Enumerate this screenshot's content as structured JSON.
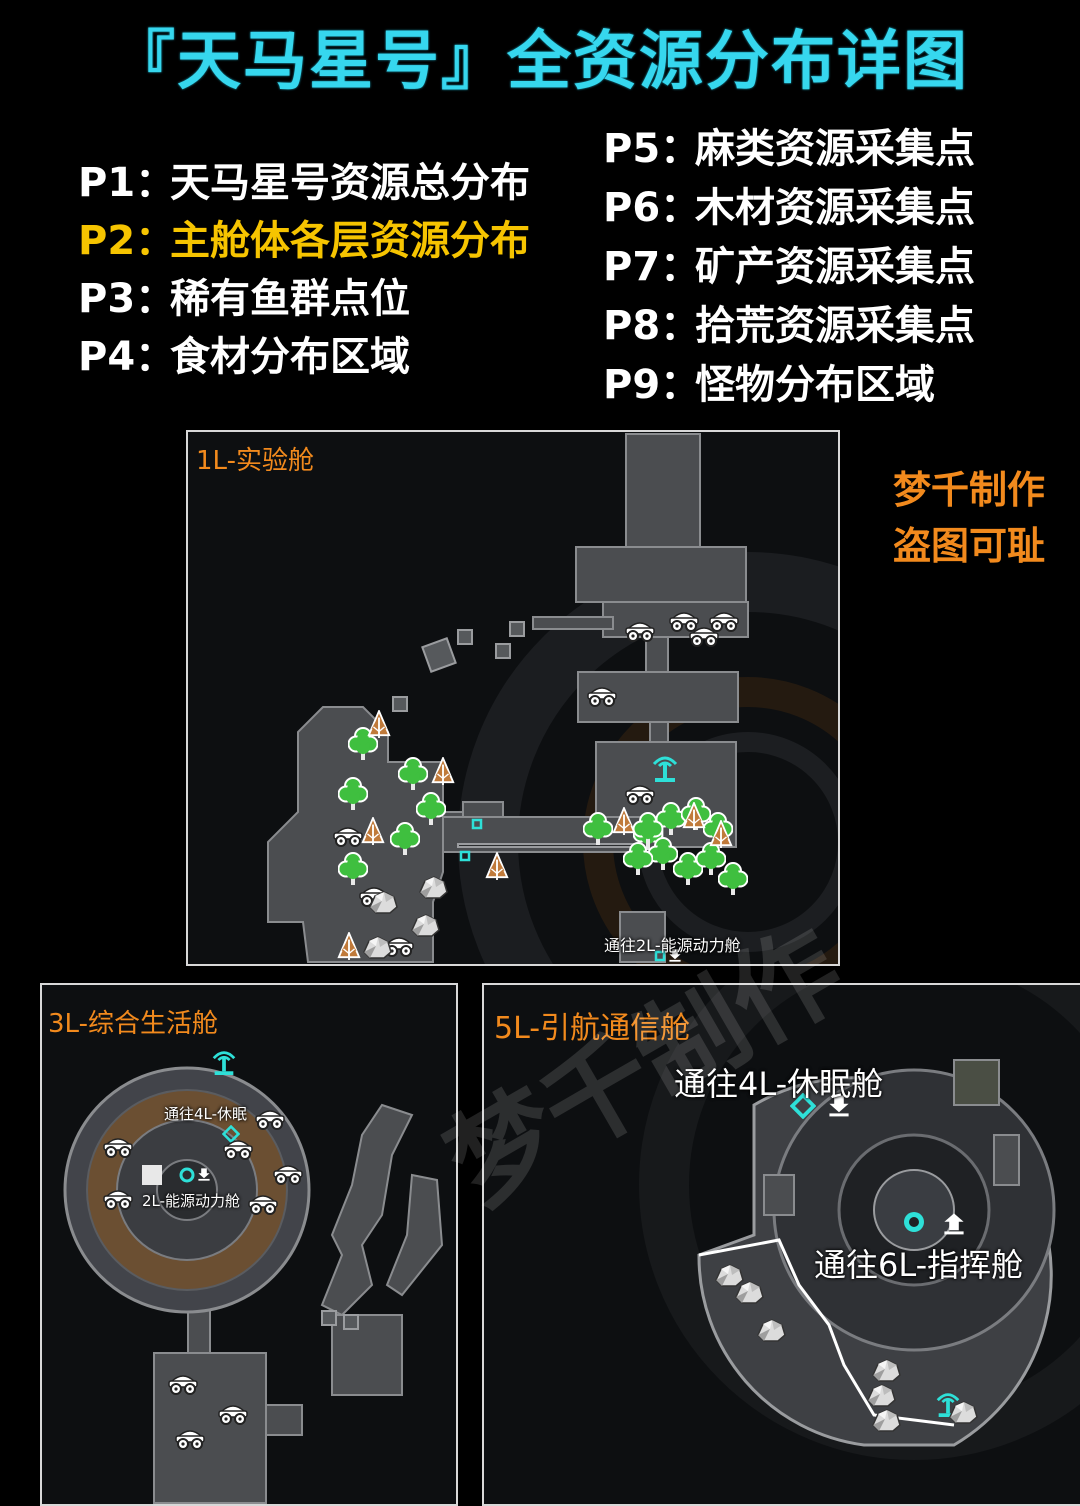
{
  "title": "『天马星号』全资源分布详图",
  "pages_left": [
    {
      "key": "P1：",
      "text": "天马星号资源总分布",
      "highlight": false
    },
    {
      "key": "P2：",
      "text": "主舱体各层资源分布",
      "highlight": true
    },
    {
      "key": "P3：",
      "text": "稀有鱼群点位",
      "highlight": false
    },
    {
      "key": "P4：",
      "text": "食材分布区域",
      "highlight": false
    }
  ],
  "pages_right": [
    {
      "key": "P5：",
      "text": "麻类资源采集点"
    },
    {
      "key": "P6：",
      "text": "木材资源采集点"
    },
    {
      "key": "P7：",
      "text": "矿产资源采集点"
    },
    {
      "key": "P8：",
      "text": "拾荒资源采集点"
    },
    {
      "key": "P9：",
      "text": "怪物分布区域"
    }
  ],
  "credit": {
    "line1": "梦千制作",
    "line2": "盗图可耻"
  },
  "watermark": "梦千制作",
  "maps": {
    "floor1": {
      "label": "1L-实验舱",
      "exit_label": "通往2L-能源动力舱"
    },
    "floor3": {
      "label": "3L-综合生活舱",
      "exit_upper": "通往4L-休眠",
      "exit_lower": "2L-能源动力舱"
    },
    "floor5": {
      "label": "5L-引航通信舱",
      "exit_upper": "通往4L-休眠舱",
      "exit_lower": "通往6L-指挥舱"
    }
  },
  "colors": {
    "title": "#36d7ee",
    "highlight": "#f6c400",
    "panel_label": "#f28a1d",
    "tree_green": "#3fbf3f",
    "tree_brown": "#c07a3a",
    "exit_cyan": "#2ee0d8"
  },
  "icons": [
    "green-tree-icon",
    "brown-pine-icon",
    "scrap-cart-icon",
    "ore-rock-icon",
    "teleporter-icon",
    "exit-marker-icon",
    "down-arrow-icon",
    "up-arrow-icon"
  ]
}
